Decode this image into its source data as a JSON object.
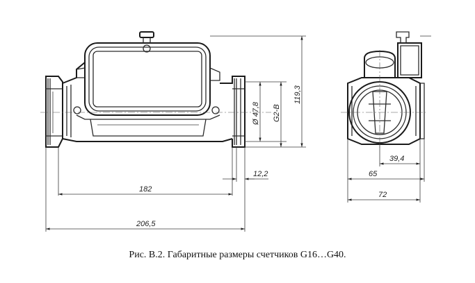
{
  "caption": "Рис. В.2. Габаритные размеры счетчиков G16…G40.",
  "dimensions": {
    "d_182": "182",
    "d_206_5": "206,5",
    "d_12_2": "12,2",
    "d_dia_47_8": "Ø 47,8",
    "d_g2b": "G2-B",
    "d_119_3": "119,3",
    "d_39_4": "39,4",
    "d_65": "65",
    "d_72": "72"
  }
}
